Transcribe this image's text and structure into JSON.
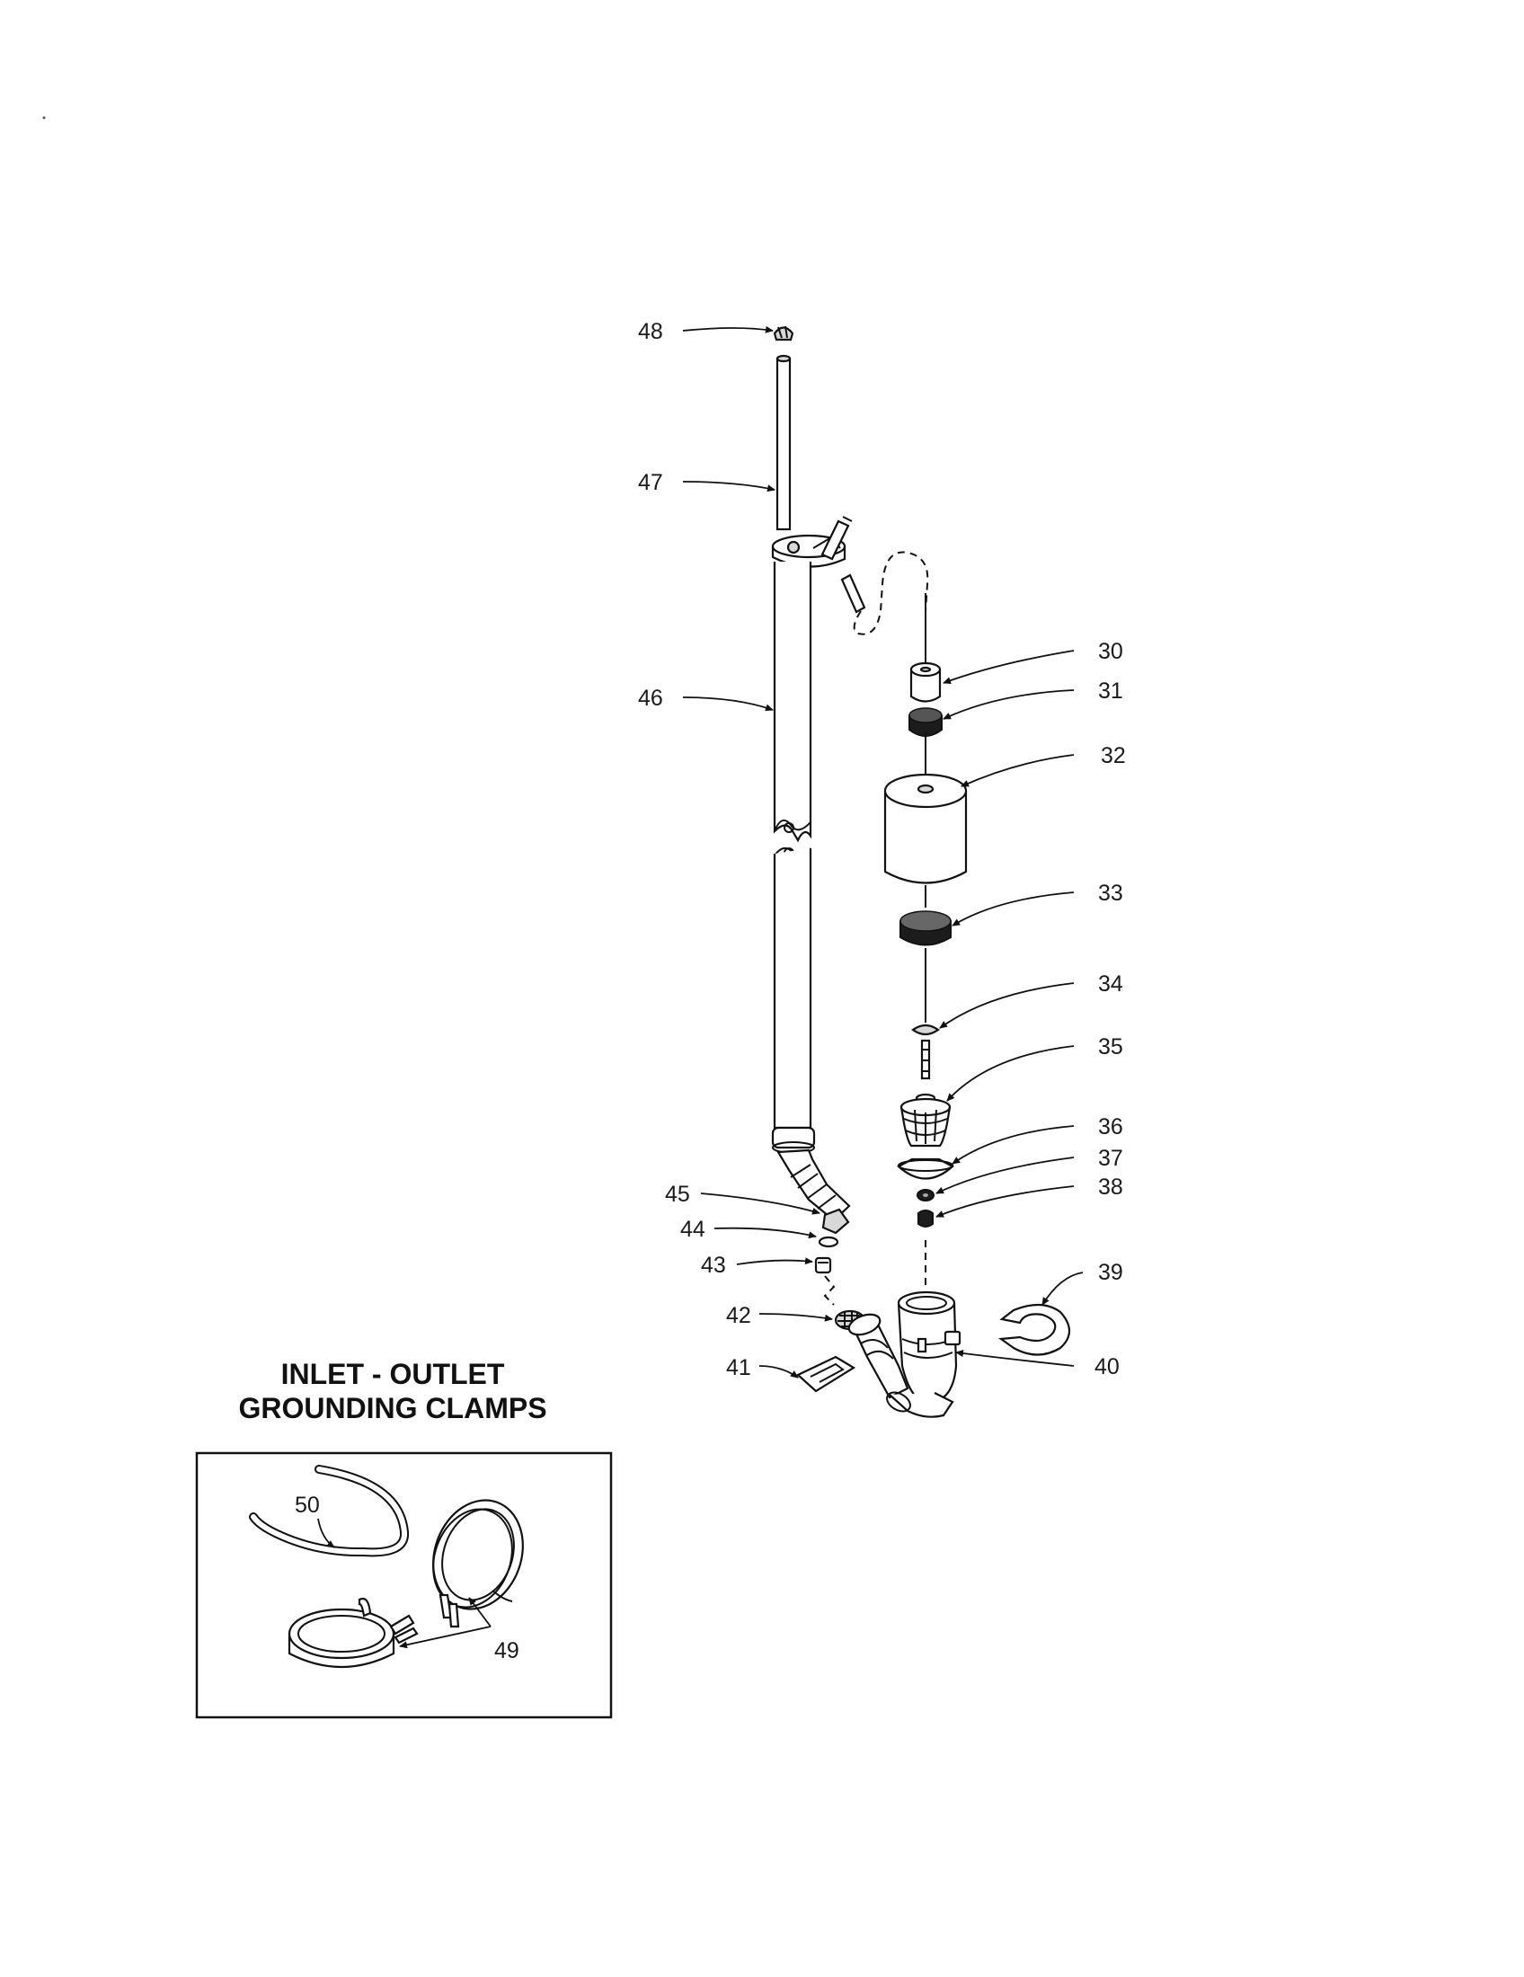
{
  "inset": {
    "title_line1": "INLET - OUTLET",
    "title_line2": "GROUNDING CLAMPS"
  },
  "callouts": {
    "p30": "30",
    "p31": "31",
    "p32": "32",
    "p33": "33",
    "p34": "34",
    "p35": "35",
    "p36": "36",
    "p37": "37",
    "p38": "38",
    "p39": "39",
    "p40": "40",
    "p41": "41",
    "p42": "42",
    "p43": "43",
    "p44": "44",
    "p45": "45",
    "p46": "46",
    "p47": "47",
    "p48": "48",
    "p49": "49",
    "p50": "50"
  }
}
